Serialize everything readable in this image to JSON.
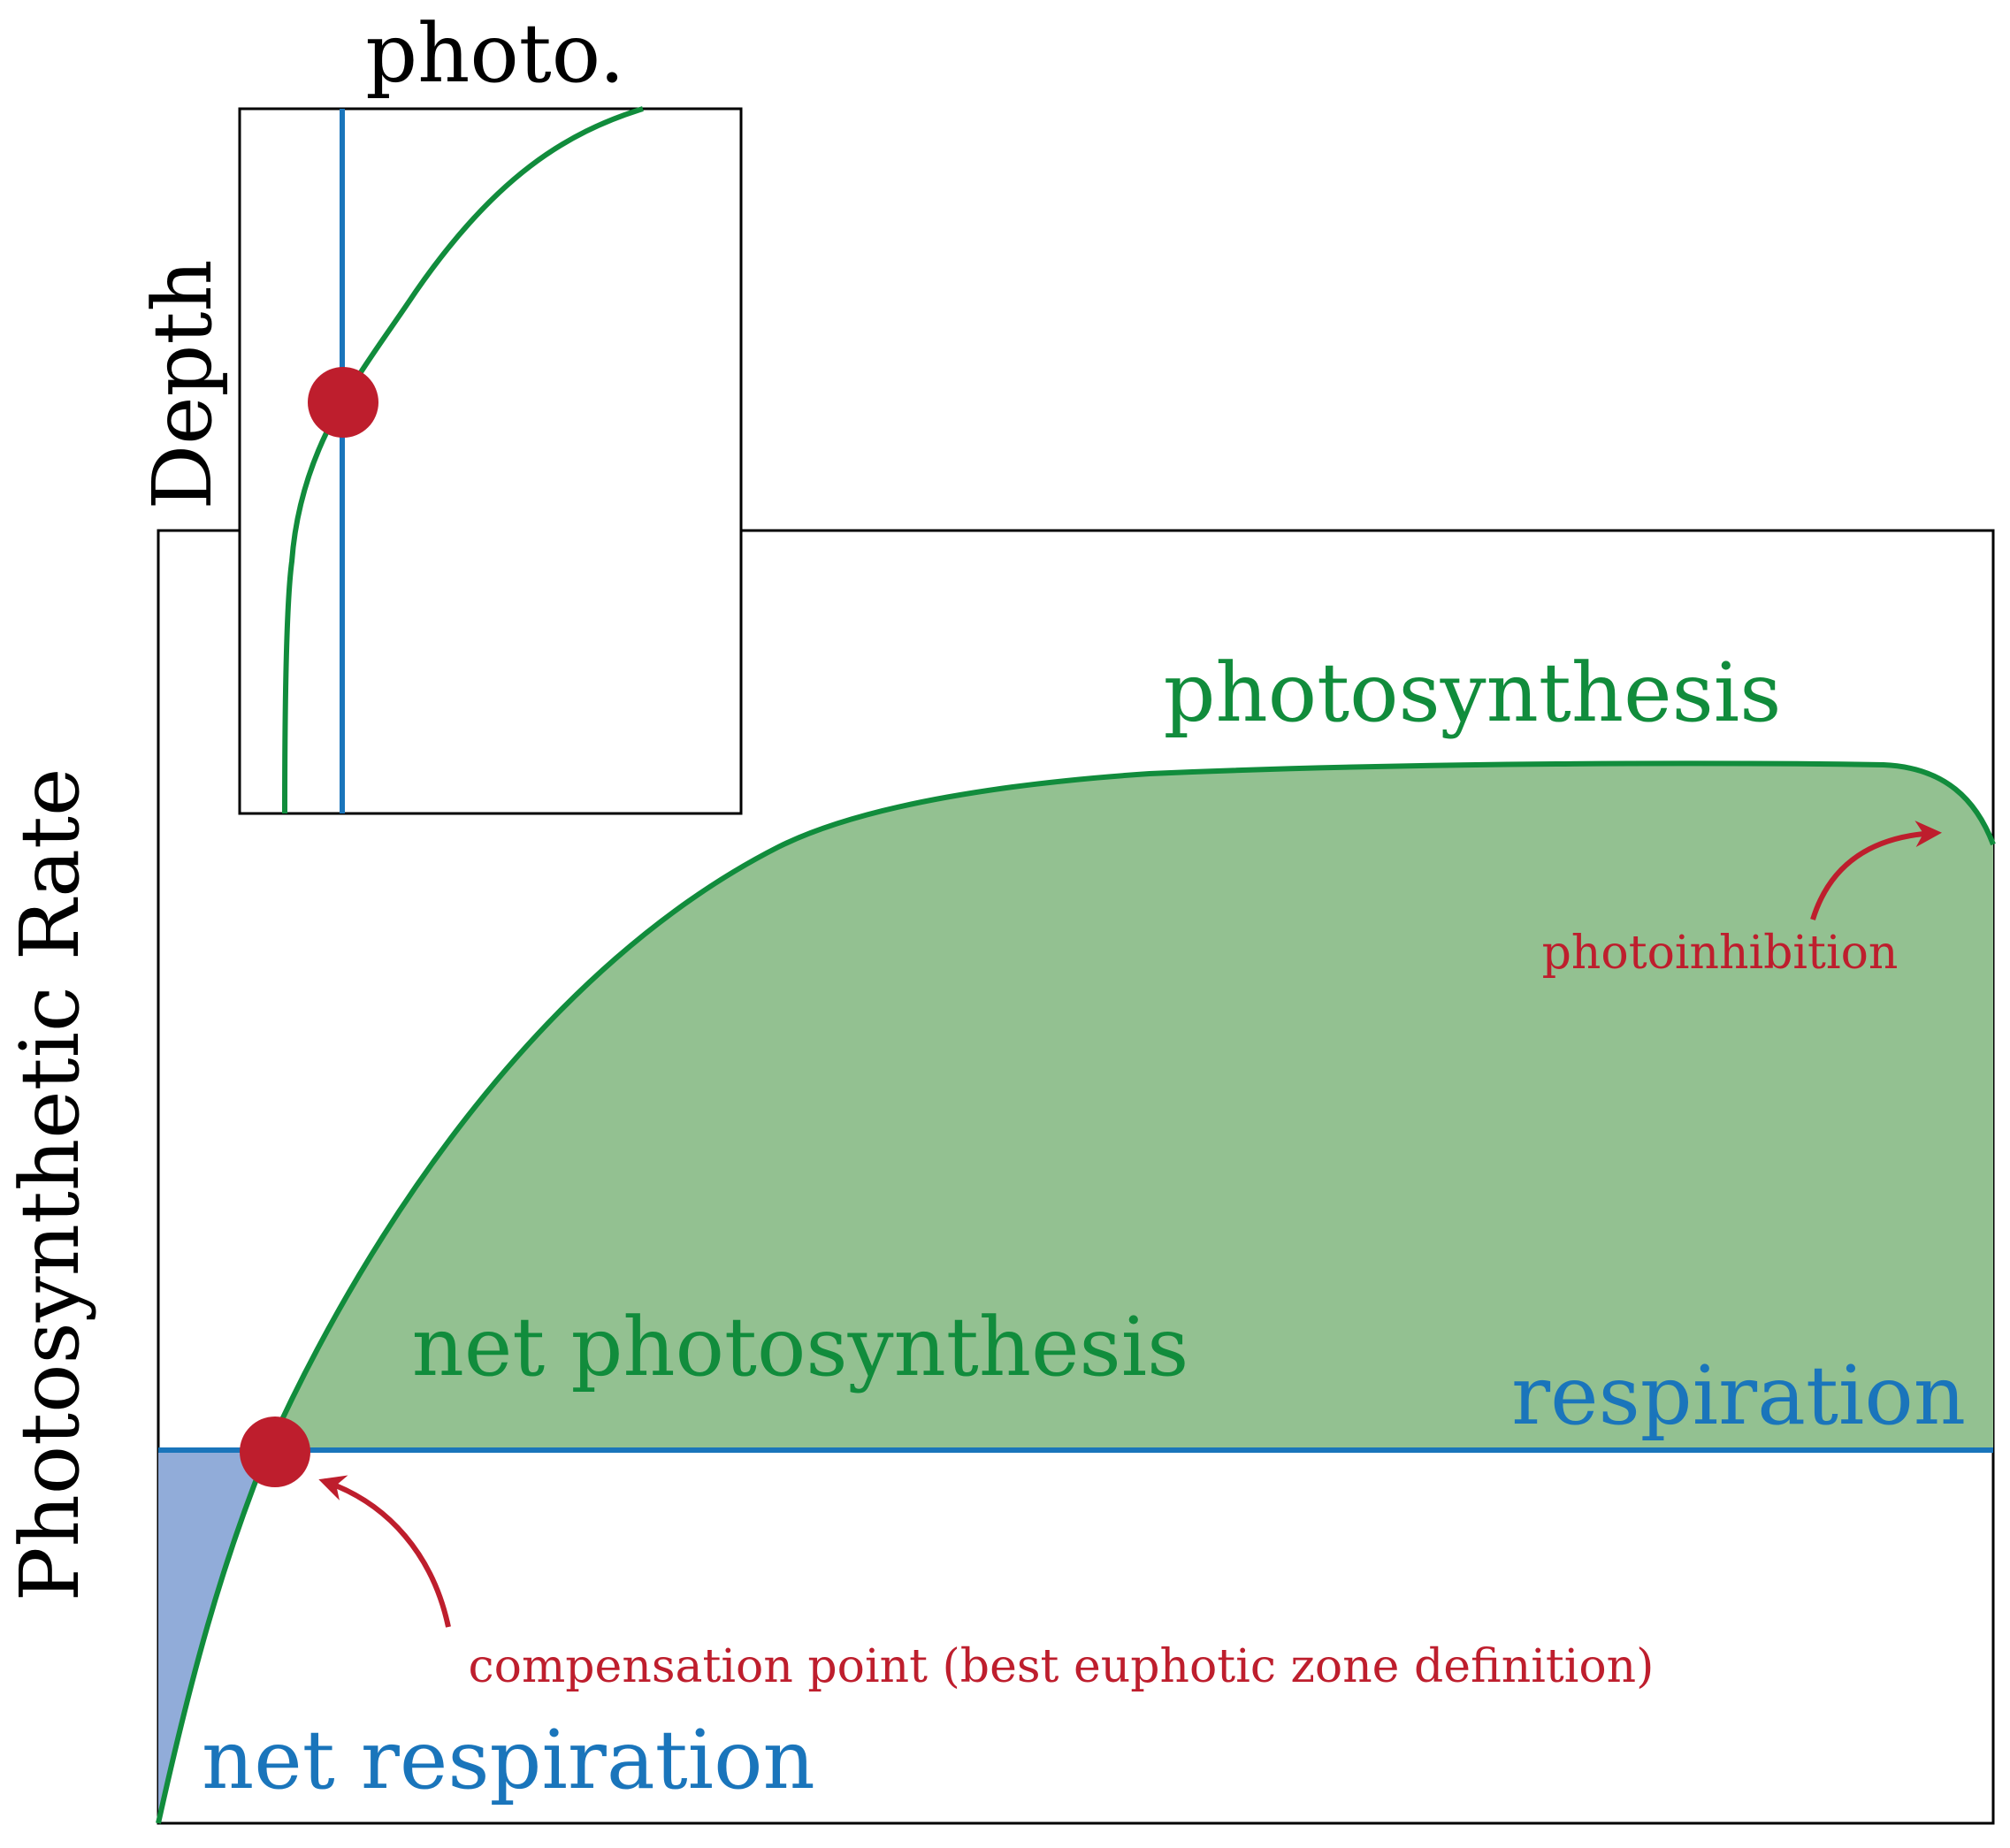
{
  "main": {
    "ylabel": "Photosynthetic Rate",
    "labels": {
      "photosynthesis": "photosynthesis",
      "net_photosynthesis": "net photosynthesis",
      "respiration": "respiration",
      "net_respiration": "net respiration",
      "compensation_point": "compensation point (best euphotic zone definition)",
      "photoinhibition": "photoinhibition"
    }
  },
  "inset": {
    "title": "photo.",
    "ylabel": "Depth"
  },
  "colors": {
    "photosynthesis": "#118c3c",
    "net_photosynthesis_fill": "#93c191",
    "respiration": "#1a75bb",
    "net_respiration_fill": "#91acd9",
    "annotation": "#be1e2d",
    "axes": "#000000"
  }
}
